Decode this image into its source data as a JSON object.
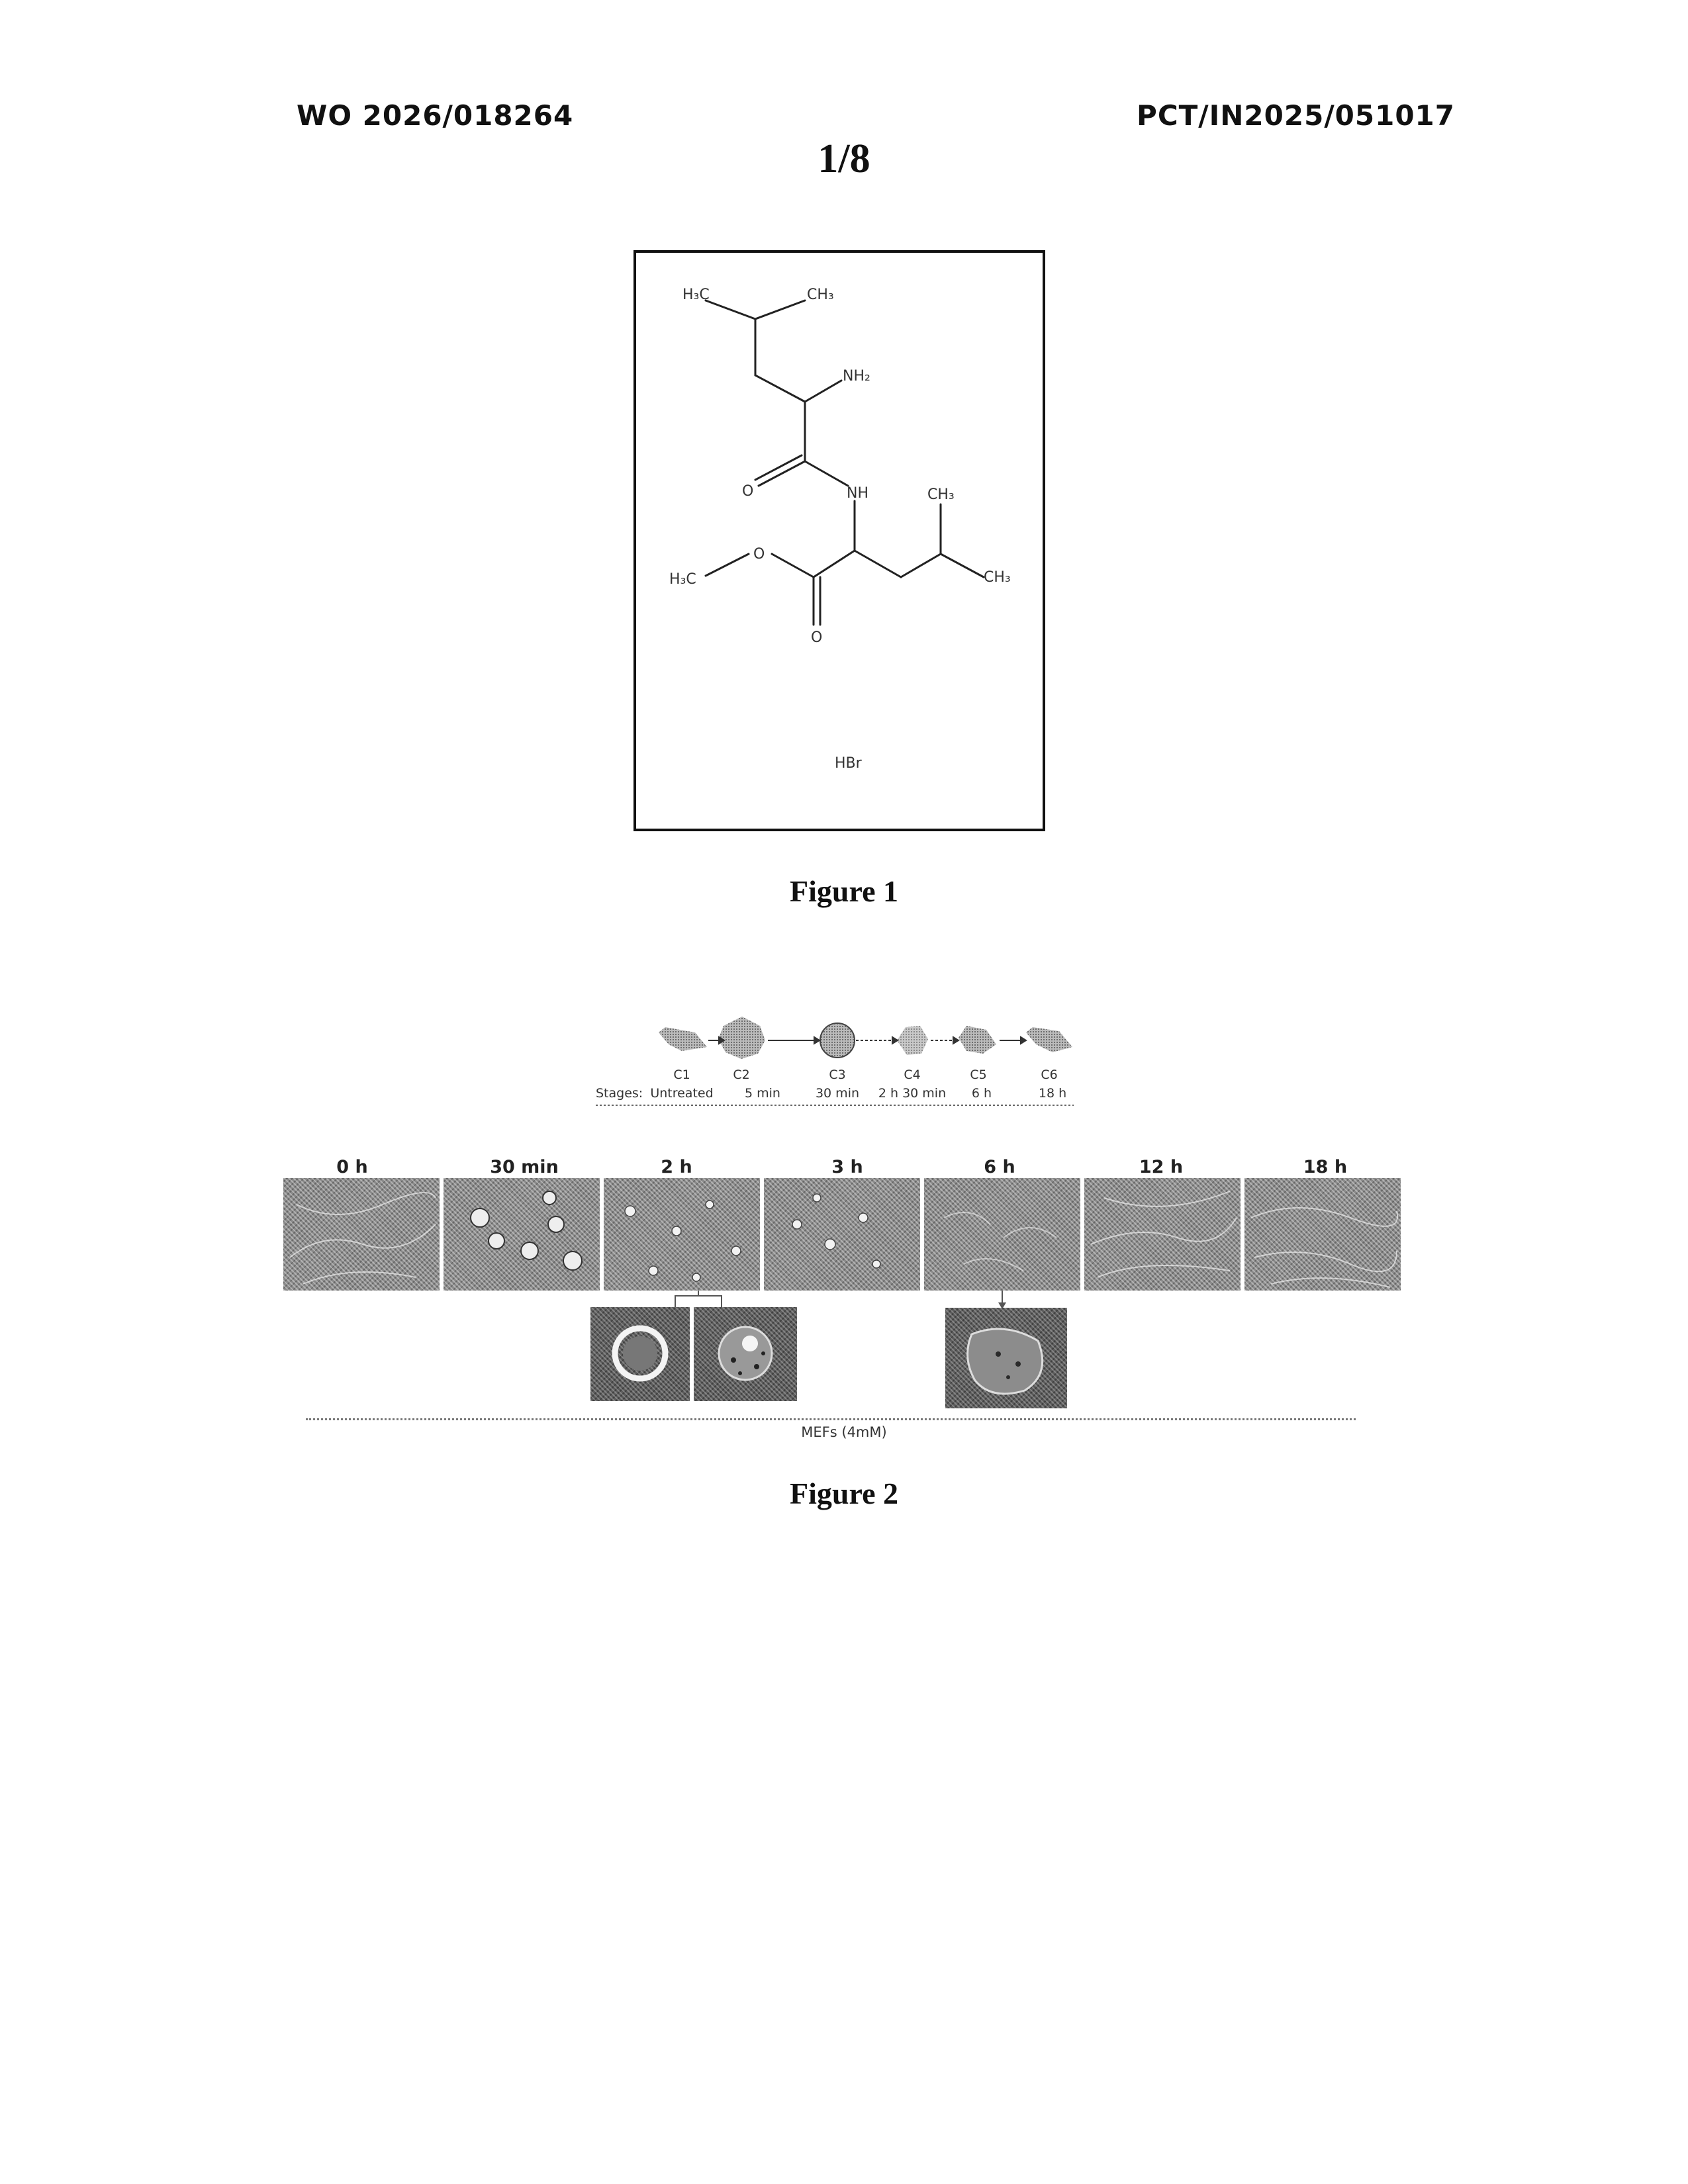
{
  "header": {
    "publication_number": "WO 2026/018264",
    "application_number": "PCT/IN2025/051017",
    "sheet": "1/8"
  },
  "figure1": {
    "caption": "Figure 1",
    "atom_labels": {
      "h3c_top": "H₃C",
      "ch3_top": "CH₃",
      "nh2": "NH₂",
      "nh": "NH",
      "ch3_right_top": "CH₃",
      "o_carbonyl_left": "O",
      "o_ester": "O",
      "h3c_methoxy": "H₃C",
      "ch3_right_bottom": "CH₃",
      "o_carbonyl_bottom": "O",
      "salt": "HBr"
    }
  },
  "figure2": {
    "caption": "Figure 2",
    "stages": {
      "prefix": "Stages:",
      "items": [
        {
          "code": "C1",
          "time": "Untreated"
        },
        {
          "code": "C2",
          "time": "5 min"
        },
        {
          "code": "C3",
          "time": "30 min"
        },
        {
          "code": "C4",
          "time": "2 h 30 min"
        },
        {
          "code": "C5",
          "time": "6 h"
        },
        {
          "code": "C6",
          "time": "18 h"
        }
      ]
    },
    "timepoints": [
      "0 h",
      "30 min",
      "2 h",
      "3 h",
      "6 h",
      "12 h",
      "18 h"
    ],
    "footer_label": "MEFs (4mM)"
  }
}
